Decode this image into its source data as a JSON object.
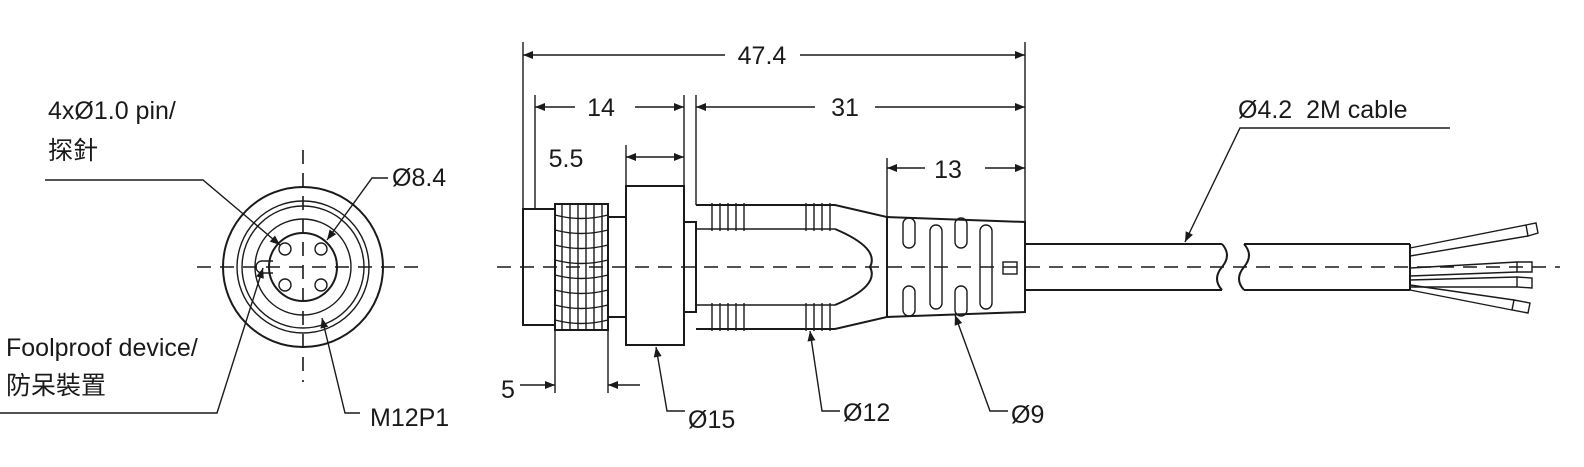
{
  "labels": {
    "pin_label_line1": "4xØ1.0 pin/",
    "pin_label_line2": "探針",
    "diameter_8_4": "Ø8.4",
    "foolproof_line1": "Foolproof device/",
    "foolproof_line2": "防呆裝置",
    "thread_spec": "M12P1",
    "cable_label": "Ø4.2  2M cable",
    "diameter_15": "Ø15",
    "diameter_12": "Ø12",
    "diameter_9": "Ø9"
  },
  "dimensions": {
    "overall_length": "47.4",
    "threaded_length": "14",
    "body_length": "31",
    "nut_width": "5.5",
    "boot_length": "13",
    "front_length": "5"
  },
  "colors": {
    "line": "#1a1a1a",
    "background": "#ffffff"
  }
}
